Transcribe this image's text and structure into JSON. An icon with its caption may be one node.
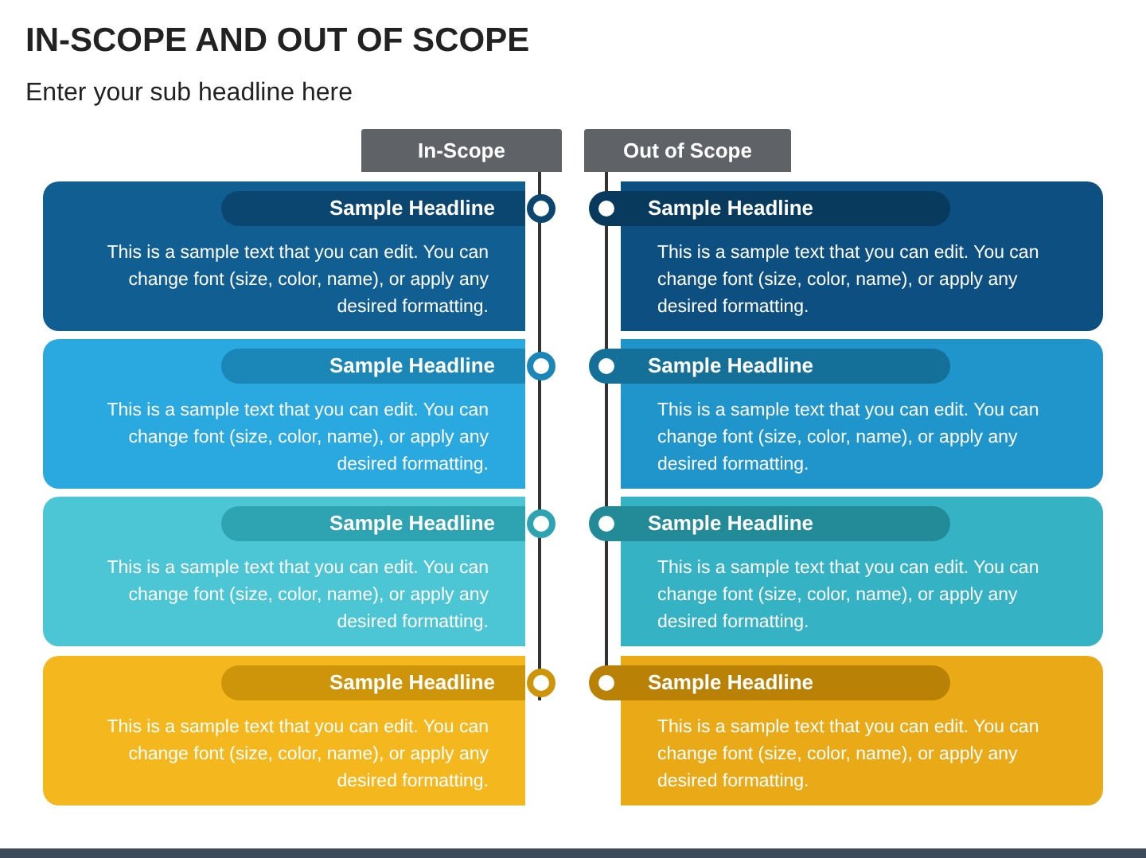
{
  "diagram": {
    "title": "IN-SCOPE AND OUT OF SCOPE",
    "nodes": [
      {
        "text": [
          "In-Scope"
        ]
      },
      {
        "text": [
          "Out of Scope"
        ]
      },
      {
        "text": [
          "Sample Headline",
          "This is a sample text that you can edit. You can change font (size, color, name), or apply any desired formatting."
        ]
      },
      {
        "text": [
          "Sample Headline",
          "This is a sample text that you can edit. You can change font (size, color, name), or apply any desired formatting."
        ]
      },
      {
        "text": [
          "Sample Headline",
          "This is a sample text that you can edit. You can change font (size, color, name), or apply any desired formatting."
        ]
      },
      {
        "text": [
          "Sample Headline",
          "This is a sample text that you can edit. You can change font (size, color, name), or apply any desired formatting."
        ]
      },
      {
        "text": [
          "Sample Headline",
          "This is a sample text that you can edit. You can change font (size, color, name), or apply any desired formatting."
        ]
      },
      {
        "text": [
          "Sample Headline",
          "This is a sample text that you can edit. You can change font (size, color, name), or apply any desired formatting."
        ]
      },
      {
        "text": [
          "Sample Headline",
          "This is a sample text that you can edit. You can change font (size, color, name), or apply any desired formatting."
        ]
      },
      {
        "text": [
          "Sample Headline",
          "This is a sample text that you can edit. You can change font (size, color, name), or apply any desired formatting."
        ]
      }
    ],
    "labels": [
      "Enter your sub headline here"
    ]
  }
}
